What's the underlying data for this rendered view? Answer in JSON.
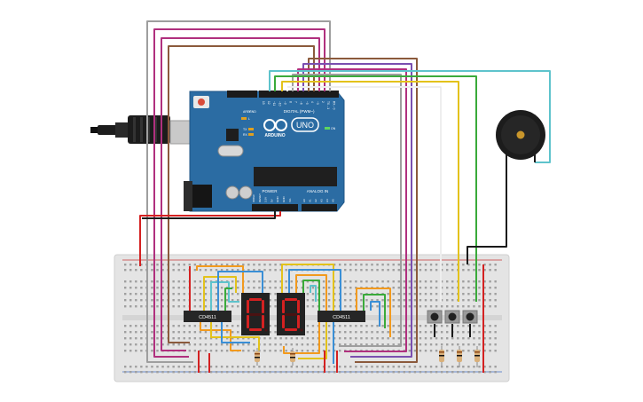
{
  "arduino": {
    "brand": "ARDUINO",
    "model": "UNO",
    "digital_header": "DIGITAL (PWM~)",
    "power_header": "POWER",
    "analog_header": "ANALOG IN",
    "led_on": "ON",
    "led_tx": "TX",
    "led_rx": "RX",
    "led_l": "L",
    "aref": "AREF",
    "gnd": "GND",
    "digital_pins": [
      "13",
      "12",
      "~11",
      "~10",
      "~9",
      "8",
      "7",
      "~6",
      "~5",
      "4",
      "~3",
      "2",
      "TX→1",
      "RX←0"
    ],
    "power_pins": [
      "IOREF",
      "RESET",
      "3.3V",
      "5V",
      "GND",
      "GND",
      "Vin"
    ],
    "analog_pins": [
      "A0",
      "A1",
      "A2",
      "A3",
      "A4",
      "A5"
    ]
  },
  "chips": {
    "left": "CD4511",
    "right": "CD4511"
  },
  "displays": {
    "digit_left": "0",
    "digit_right": "0"
  },
  "colors": {
    "board": "#2b6ca3",
    "breadboard": "#e6e6e6",
    "segment_off": "#4a1212",
    "segment_on": "#d42121",
    "wire_gray": "#9e9e9e",
    "wire_magenta": "#b0307e",
    "wire_brown": "#8b5a3c",
    "wire_cyan": "#5ec3cc",
    "wire_yellow": "#e3c21b",
    "wire_green": "#3aaa3a",
    "wire_orange": "#f29a1e",
    "wire_red": "#d42121",
    "wire_black": "#1a1a1a",
    "wire_blue": "#3a8fd6",
    "wire_purple": "#7a4fb0"
  },
  "icons": [
    "usb-cable-icon",
    "buzzer-icon",
    "push-button-icon",
    "resistor-icon"
  ]
}
